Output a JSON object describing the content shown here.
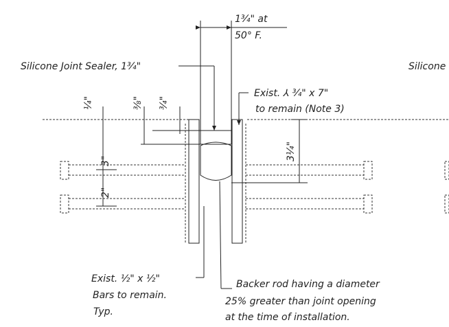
{
  "labels": {
    "sealer": "Silicone Joint Sealer, 1¾\"",
    "sealer_cut": "Silicone",
    "opening_1": "1¾\" at",
    "opening_2": "50° F.",
    "plate_1": "Exist. ⅄ ¾\" x 7\"",
    "plate_2": "to remain (Note 3)",
    "bars_1": "Exist. ½\" x ½\"",
    "bars_2": "Bars to remain.",
    "bars_3": "Typ.",
    "rod_1": "Backer rod having a diameter",
    "rod_2": "25% greater than joint opening",
    "rod_3": "at the time of installation."
  },
  "dimensions": {
    "quarter": "¼\"",
    "three_eighths": "⅜\"",
    "three_quarters": "¾\"",
    "three": "3\"",
    "two": "2\"",
    "three_quarter_depth": "3¼\""
  }
}
